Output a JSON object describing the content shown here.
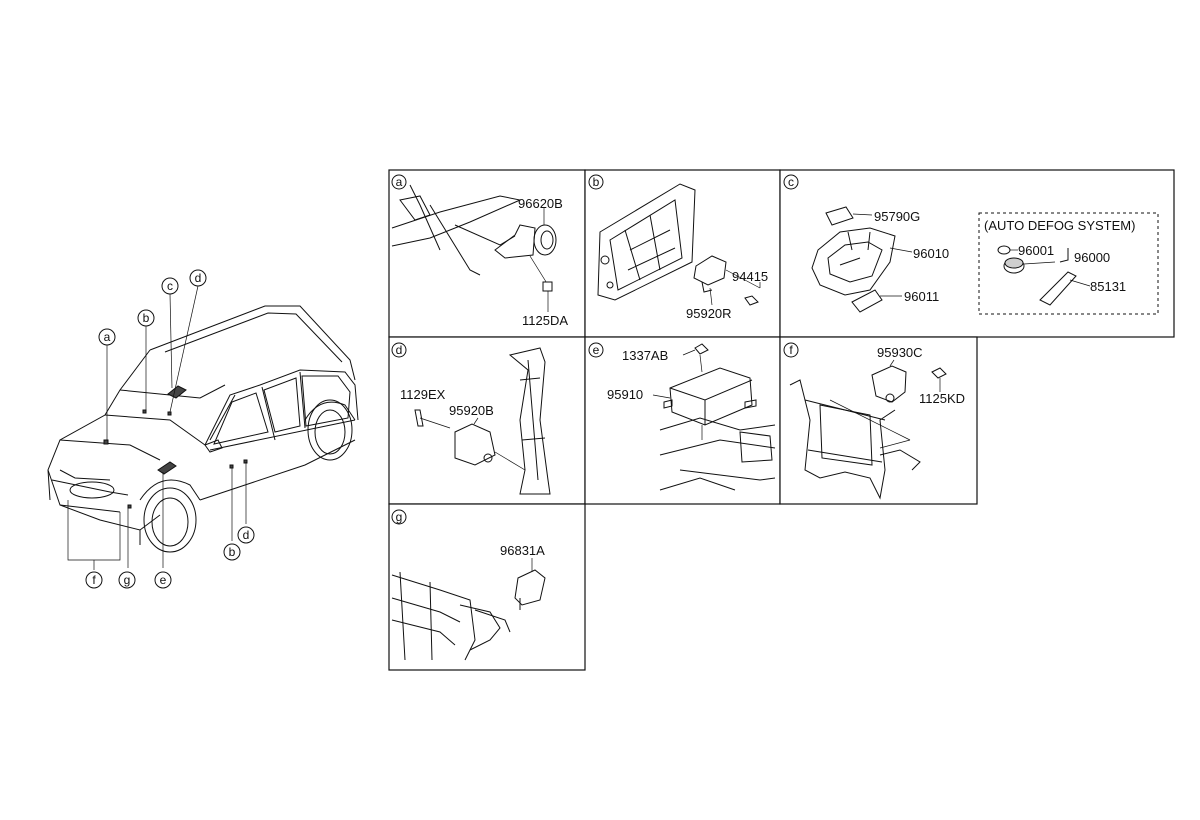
{
  "callouts": [
    "a",
    "b",
    "c",
    "d",
    "e",
    "f",
    "g"
  ],
  "vehicle_callouts": {
    "a": "a",
    "b_top": "b",
    "c": "c",
    "d_top": "d",
    "b_bottom": "b",
    "d_bottom": "d",
    "e": "e",
    "f": "f",
    "g": "g"
  },
  "panels": {
    "a": {
      "letter": "a",
      "parts": [
        "96620B",
        "1125DA"
      ]
    },
    "b": {
      "letter": "b",
      "parts": [
        "94415",
        "95920R"
      ]
    },
    "c": {
      "letter": "c",
      "parts": [
        "95790G",
        "96010",
        "96011"
      ],
      "auto_defog": {
        "title": "(AUTO DEFOG SYSTEM)",
        "parts": [
          "96001",
          "96000",
          "85131"
        ]
      }
    },
    "d": {
      "letter": "d",
      "parts": [
        "1129EX",
        "95920B"
      ]
    },
    "e": {
      "letter": "e",
      "parts": [
        "1337AB",
        "95910"
      ]
    },
    "f": {
      "letter": "f",
      "parts": [
        "95930C",
        "1125KD"
      ]
    },
    "g": {
      "letter": "g",
      "parts": [
        "96831A"
      ]
    }
  }
}
